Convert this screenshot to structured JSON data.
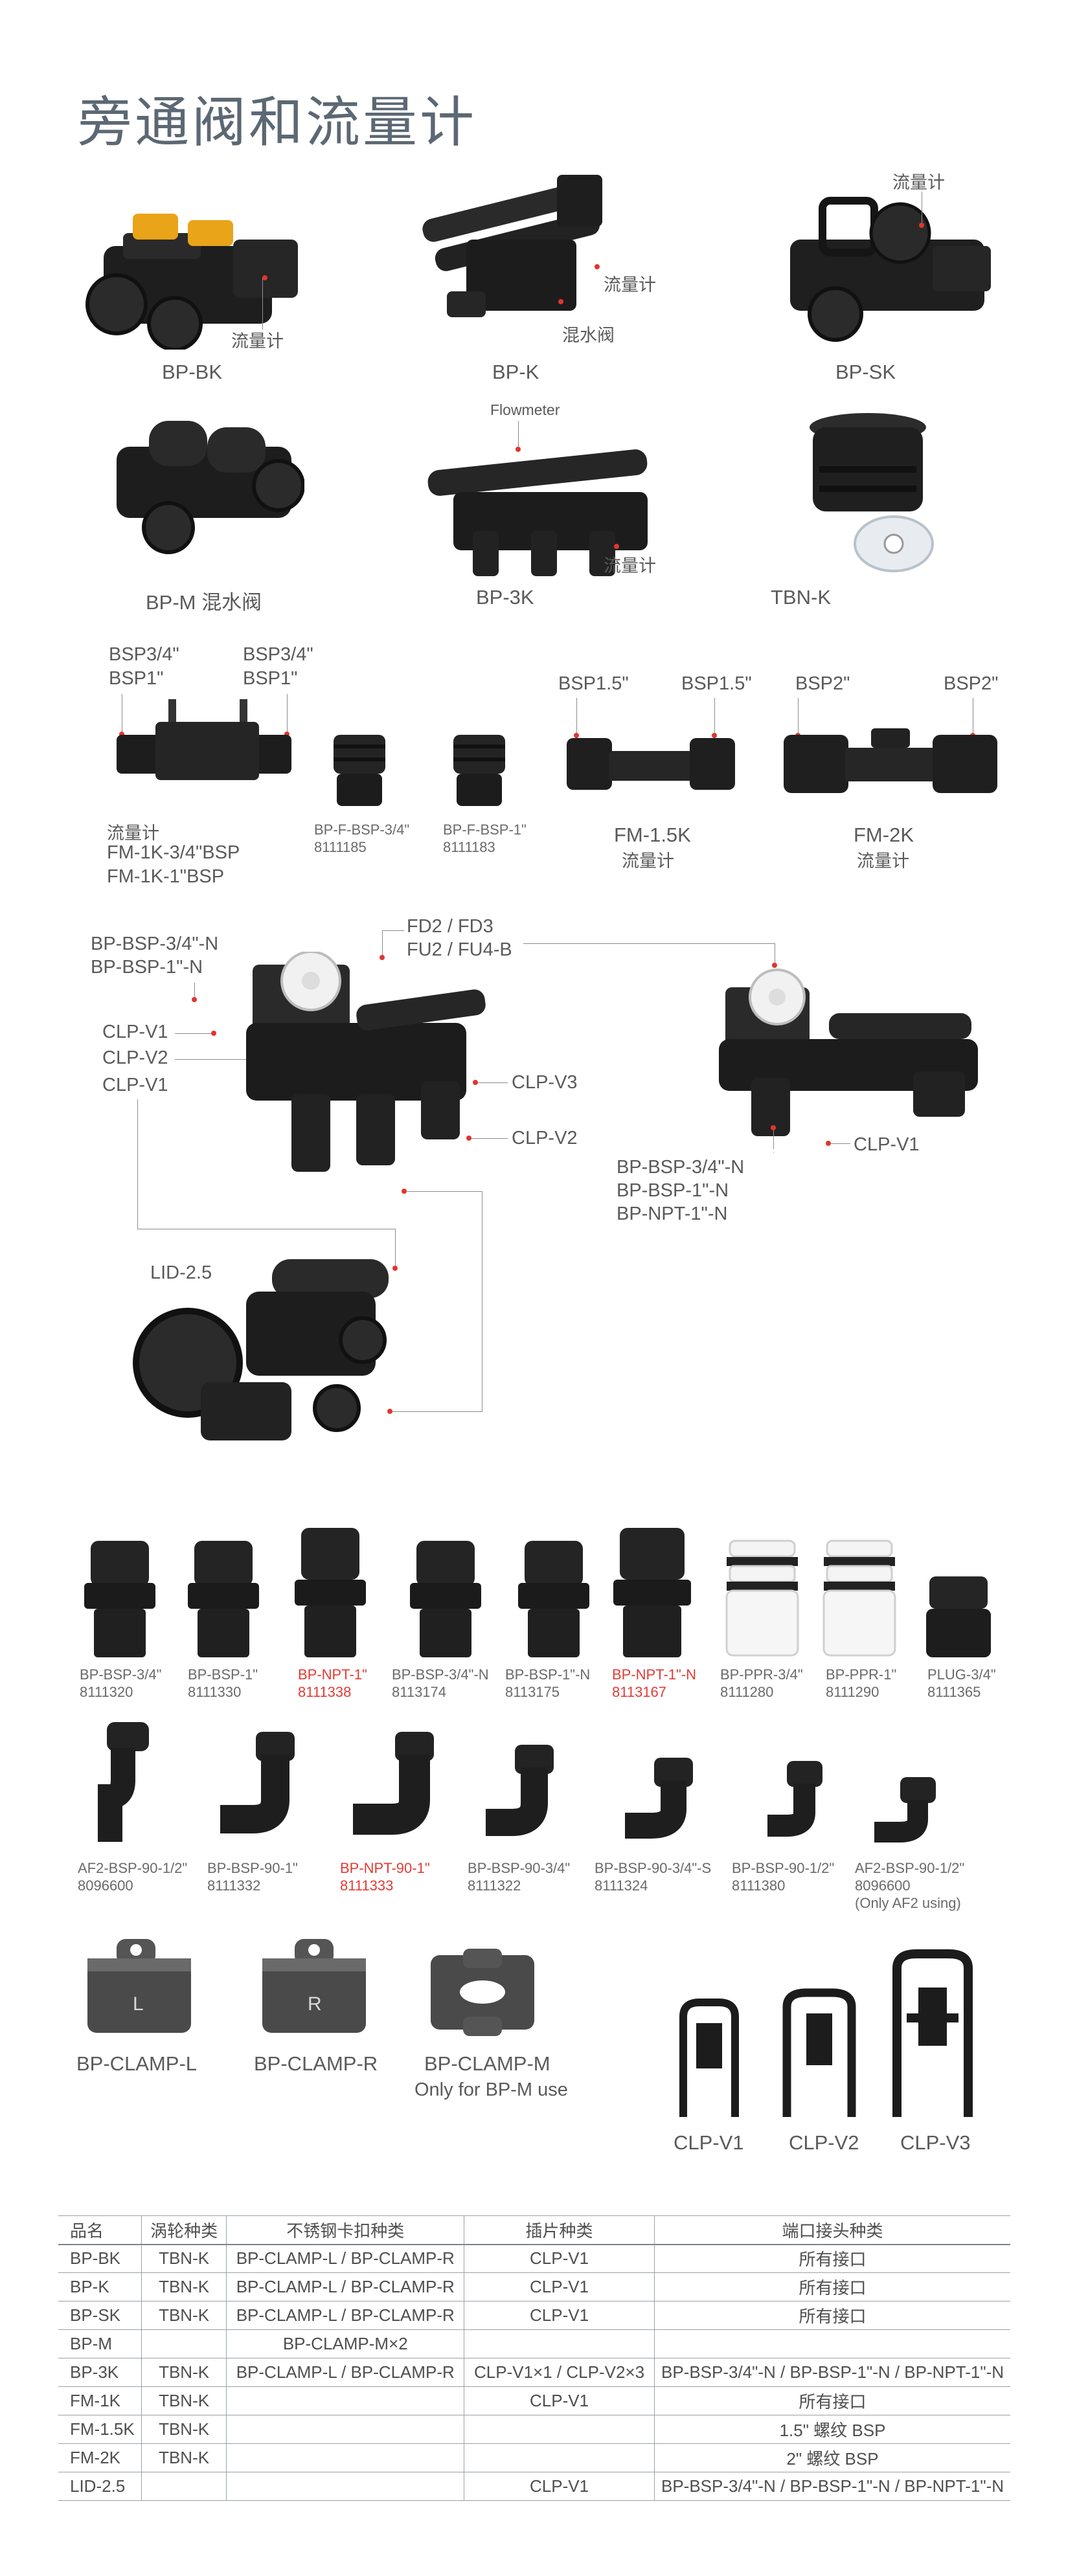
{
  "title": "旁通阀和流量计",
  "top_labels": {
    "bpbk": "BP-BK",
    "bpbk_flow": "流量计",
    "bpk": "BP-K",
    "bpk_flow": "流量计",
    "bpk_mix": "混水阀",
    "bpsk": "BP-SK",
    "bpsk_flow": "流量计",
    "bpm": "BP-M 混水阀",
    "bp3k": "BP-3K",
    "bp3k_flowmeter": "Flowmeter",
    "bp3k_flow": "流量计",
    "tbnk": "TBN-K"
  },
  "meter_labels": {
    "bsp34_a": "BSP3/4\"",
    "bsp1_a": "BSP1\"",
    "bsp34_b": "BSP3/4\"",
    "bsp1_b": "BSP1\"",
    "fm1k_t1": "流量计",
    "fm1k_t2": "FM-1K-3/4\"BSP",
    "fm1k_t3": "FM-1K-1\"BSP",
    "bpf34_name": "BP-F-BSP-3/4\"",
    "bpf34_code": "8111185",
    "bpf1_name": "BP-F-BSP-1\"",
    "bpf1_code": "8111183",
    "bsp15_a": "BSP1.5\"",
    "bsp15_b": "BSP1.5\"",
    "fm15k": "FM-1.5K",
    "fm15k_flow": "流量计",
    "bsp2_a": "BSP2\"",
    "bsp2_b": "BSP2\"",
    "fm2k": "FM-2K",
    "fm2k_flow": "流量计"
  },
  "assembly_labels": {
    "bsp_n1": "BP-BSP-3/4\"-N",
    "bsp_n2": "BP-BSP-1\"-N",
    "fd": "FD2 / FD3",
    "fu": "FU2 / FU4-B",
    "clpv1_a": "CLP-V1",
    "clpv2_a": "CLP-V2",
    "clpv1_b": "CLP-V1",
    "clpv3": "CLP-V3",
    "clpv2_b": "CLP-V2",
    "clpv1_c": "CLP-V1",
    "bn1": "BP-BSP-3/4\"-N",
    "bn2": "BP-BSP-1\"-N",
    "bn3": "BP-NPT-1\"-N",
    "lid": "LID-2.5"
  },
  "connectors_row1": [
    {
      "name": "BP-BSP-3/4\"",
      "code": "8111320",
      "red": false
    },
    {
      "name": "BP-BSP-1\"",
      "code": "8111330",
      "red": false
    },
    {
      "name": "BP-NPT-1\"",
      "code": "8111338",
      "red": true
    },
    {
      "name": "BP-BSP-3/4\"-N",
      "code": "8113174",
      "red": false
    },
    {
      "name": "BP-BSP-1\"-N",
      "code": "8113175",
      "red": false
    },
    {
      "name": "BP-NPT-1\"-N",
      "code": "8113167",
      "red": true
    },
    {
      "name": "BP-PPR-3/4\"",
      "code": "8111280",
      "red": false
    },
    {
      "name": "BP-PPR-1\"",
      "code": "8111290",
      "red": false
    },
    {
      "name": "PLUG-3/4\"",
      "code": "8111365",
      "red": false
    }
  ],
  "connectors_row2": [
    {
      "name": "AF2-BSP-90-1/2\"",
      "code": "8096600",
      "note": "",
      "red": false
    },
    {
      "name": "BP-BSP-90-1\"",
      "code": "8111332",
      "note": "",
      "red": false
    },
    {
      "name": "BP-NPT-90-1\"",
      "code": "8111333",
      "note": "",
      "red": true
    },
    {
      "name": "BP-BSP-90-3/4\"",
      "code": "8111322",
      "note": "",
      "red": false
    },
    {
      "name": "BP-BSP-90-3/4\"-S",
      "code": "8111324",
      "note": "",
      "red": false
    },
    {
      "name": "BP-BSP-90-1/2\"",
      "code": "8111380",
      "note": "",
      "red": false
    },
    {
      "name": "AF2-BSP-90-1/2\"",
      "code": "8096600",
      "note": "(Only AF2 using)",
      "red": false
    }
  ],
  "clamps": {
    "l": "BP-CLAMP-L",
    "l_letter": "L",
    "r": "BP-CLAMP-R",
    "r_letter": "R",
    "m": "BP-CLAMP-M",
    "m_note": "Only for BP-M use",
    "v1": "CLP-V1",
    "v2": "CLP-V2",
    "v3": "CLP-V3"
  },
  "table": {
    "headers": [
      "品名",
      "涡轮种类",
      "不锈钢卡扣种类",
      "插片种类",
      "端口接头种类"
    ],
    "rows": [
      [
        "BP-BK",
        "TBN-K",
        "BP-CLAMP-L / BP-CLAMP-R",
        "CLP-V1",
        "所有接口"
      ],
      [
        "BP-K",
        "TBN-K",
        "BP-CLAMP-L / BP-CLAMP-R",
        "CLP-V1",
        "所有接口"
      ],
      [
        "BP-SK",
        "TBN-K",
        "BP-CLAMP-L / BP-CLAMP-R",
        "CLP-V1",
        "所有接口"
      ],
      [
        "BP-M",
        "",
        "BP-CLAMP-M×2",
        "",
        ""
      ],
      [
        "BP-3K",
        "TBN-K",
        "BP-CLAMP-L / BP-CLAMP-R",
        "CLP-V1×1 / CLP-V2×3",
        "BP-BSP-3/4\"-N / BP-BSP-1\"-N / BP-NPT-1\"-N"
      ],
      [
        "FM-1K",
        "TBN-K",
        "",
        "CLP-V1",
        "所有接口"
      ],
      [
        "FM-1.5K",
        "TBN-K",
        "",
        "",
        "1.5\" 螺纹 BSP"
      ],
      [
        "FM-2K",
        "TBN-K",
        "",
        "",
        "2\" 螺纹 BSP"
      ],
      [
        "LID-2.5",
        "",
        "",
        "CLP-V1",
        "BP-BSP-3/4\"-N / BP-BSP-1\"-N / BP-NPT-1\"-N"
      ]
    ]
  }
}
